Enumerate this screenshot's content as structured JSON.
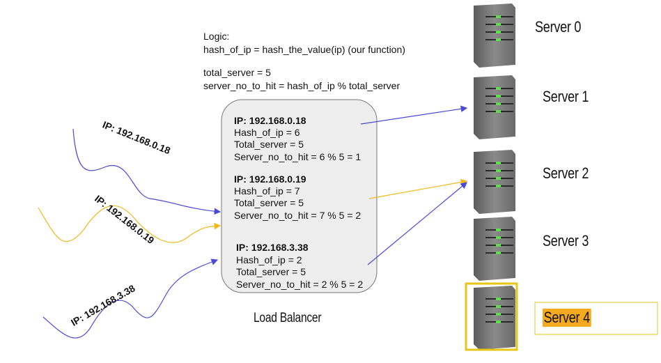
{
  "logic": {
    "lines": [
      "Logic:",
      "hash_of_ip = hash_the_value(ip) (our function)",
      "",
      "total_server = 5",
      "server_no_to_hit = hash_of_ip % total_server"
    ]
  },
  "incoming": [
    {
      "label": "IP: 192.168.0.18",
      "color": "#4a4ad6"
    },
    {
      "label": "IP: 192.168.0.19",
      "color": "#f2b81c"
    },
    {
      "label": "IP: 192.168.3.38",
      "color": "#4a4ad6"
    }
  ],
  "load_balancer": {
    "label": "Load Balancer",
    "blocks": [
      {
        "ip": "IP: 192.168.0.18",
        "hash": "Hash_of_ip = 6",
        "total": "Total_server = 5",
        "result": "Server_no_to_hit = 6 % 5 = 1"
      },
      {
        "ip": "IP: 192.168.0.19",
        "hash": "Hash_of_ip = 7",
        "total": "Total_server = 5",
        "result": "Server_no_to_hit = 7 % 5 = 2"
      },
      {
        "ip": "IP: 192.168.3.38",
        "hash": "Hash_of_ip = 2",
        "total": "Total_server = 5",
        "result": "Server_no_to_hit = 2 % 5 = 2"
      }
    ]
  },
  "servers": [
    {
      "label": "Server 0"
    },
    {
      "label": "Server 1"
    },
    {
      "label": "Server 2"
    },
    {
      "label": "Server 3"
    },
    {
      "label": "Server 4",
      "highlighted": true
    }
  ],
  "colors": {
    "blue": "#4a4ad6",
    "orange": "#f2b81c",
    "highlight": "#f5a91f",
    "highlight_border": "#e6c619",
    "box_fill": "#eeeeee"
  }
}
